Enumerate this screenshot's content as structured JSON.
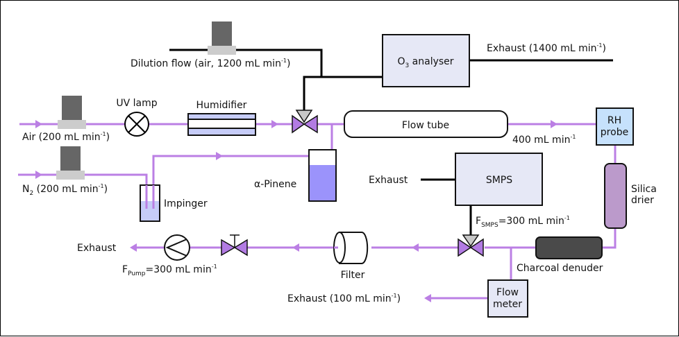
{
  "diagram": {
    "type": "experimental-flow-schematic",
    "colors": {
      "pipe": "#bb7fe4",
      "gas_line": "#000000",
      "mfc_body": "#666666",
      "mfc_base": "#cccccc",
      "analyser_fill": "#e6e8f6",
      "humidifier_fill": "#c6ccf8",
      "pinene_liquid": "#9b93fb",
      "impinger_liquid": "#c6ccf8",
      "rh_probe_fill": "#c6e1fc",
      "silica_fill": "#bb9acb",
      "charcoal_fill": "#4a4a4a",
      "valve_fill": "#b27be3",
      "valve_actuator": "#c8c8c8"
    },
    "labels": {
      "dilution_flow": "Dilution flow (air, 1200 mL min",
      "dilution_flow_sup": "-1",
      "dilution_flow_close": ")",
      "o3_analyser_prefix": "O",
      "o3_analyser_sub": "3",
      "o3_analyser_suffix": " analyser",
      "exhaust_1400": "Exhaust (1400 mL min",
      "exhaust_1400_sup": "-1",
      "exhaust_1400_close": ")",
      "uv_lamp": "UV lamp",
      "humidifier": "Humidifier",
      "air_inlet": "Air (200 mL min",
      "air_inlet_sup": "-1",
      "air_inlet_close": ")",
      "n2_prefix": "N",
      "n2_sub": "2",
      "n2_rest": " (200 mL min",
      "n2_sup": "-1",
      "n2_close": ")",
      "impinger": "Impinger",
      "alpha_pinene": "α-Pinene",
      "flow_tube": "Flow tube",
      "flow_400": "400 mL min",
      "flow_400_sup": "-1",
      "rh_probe_line1": "RH",
      "rh_probe_line2": "probe",
      "silica_line1": "Silica",
      "silica_line2": "drier",
      "smps": "SMPS",
      "smps_exhaust": "Exhaust",
      "f_smps_prefix": "F",
      "f_smps_sub": "SMPS",
      "f_smps_value": "=300 mL min",
      "f_smps_sup": "-1",
      "charcoal_denuder": "Charcoal denuder",
      "filter": "Filter",
      "flow_meter_line1": "Flow",
      "flow_meter_line2": "meter",
      "exhaust_100": "Exhaust (100 mL min",
      "exhaust_100_sup": "-1",
      "exhaust_100_close": ")",
      "pump_exhaust": "Exhaust",
      "f_pump_prefix": "F",
      "f_pump_sub": "Pump",
      "f_pump_value": "=300 mL min",
      "f_pump_sup": "-1"
    },
    "components": [
      {
        "id": "mfc-dilution",
        "kind": "mass-flow-controller"
      },
      {
        "id": "mfc-air",
        "kind": "mass-flow-controller"
      },
      {
        "id": "mfc-n2",
        "kind": "mass-flow-controller"
      },
      {
        "id": "uv-lamp",
        "kind": "lamp"
      },
      {
        "id": "humidifier",
        "kind": "humidifier"
      },
      {
        "id": "three-way-valve-inlet",
        "kind": "three-way-valve"
      },
      {
        "id": "impinger",
        "kind": "impinger"
      },
      {
        "id": "alpha-pinene-vessel",
        "kind": "liquid-vessel"
      },
      {
        "id": "o3-analyser",
        "kind": "analyser"
      },
      {
        "id": "flow-tube",
        "kind": "reactor"
      },
      {
        "id": "rh-probe",
        "kind": "sensor"
      },
      {
        "id": "silica-drier",
        "kind": "drier"
      },
      {
        "id": "charcoal-denuder",
        "kind": "denuder"
      },
      {
        "id": "three-way-valve-outlet",
        "kind": "three-way-valve"
      },
      {
        "id": "smps",
        "kind": "analyser"
      },
      {
        "id": "flow-meter",
        "kind": "flow-meter"
      },
      {
        "id": "filter",
        "kind": "filter"
      },
      {
        "id": "needle-valve",
        "kind": "needle-valve"
      },
      {
        "id": "pump",
        "kind": "pump"
      }
    ]
  }
}
